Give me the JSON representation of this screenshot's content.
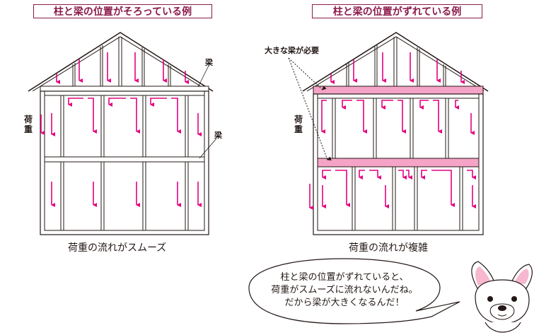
{
  "left": {
    "title": "柱と梁の位置がそろっている例",
    "caption": "荷重の流れがスムーズ",
    "load_label": "荷重",
    "beam_label_top": "梁",
    "beam_label_mid": "梁"
  },
  "right": {
    "title": "柱と梁の位置がずれている例",
    "caption": "荷重の流れが複雑",
    "load_label": "荷重",
    "note": "大きな梁が必要"
  },
  "bubble": {
    "line1": "柱と梁の位置がずれていると、",
    "line2": "荷重がスムーズに流れないんだね。",
    "line3": "だから梁が大きくなるんだ！"
  },
  "colors": {
    "accent": "#e4007f",
    "title_border": "#8b1a4a",
    "beam_highlight": "#f5a3c7",
    "frame": "#231815"
  }
}
